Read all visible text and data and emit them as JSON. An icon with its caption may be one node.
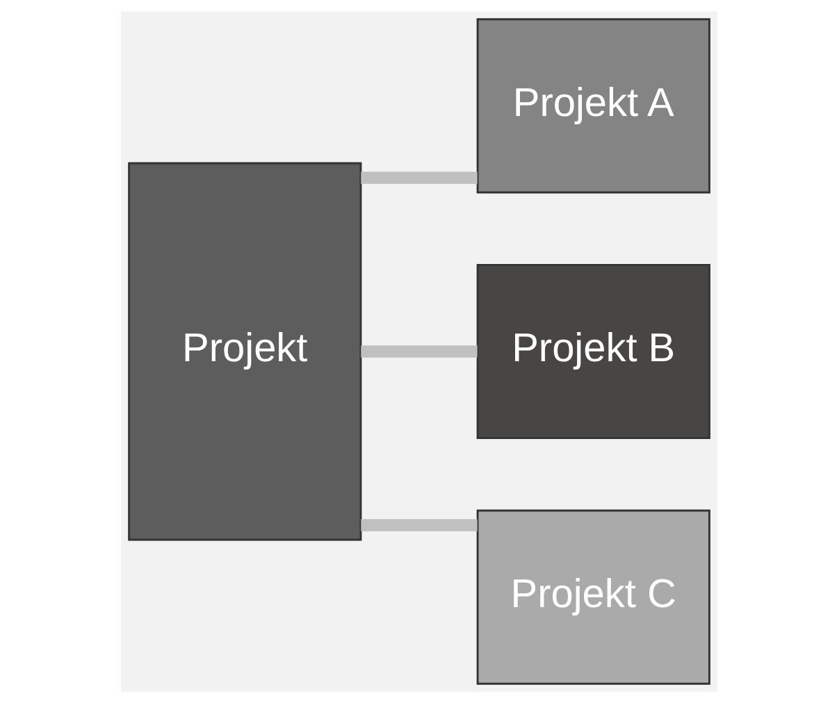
{
  "diagram": {
    "nodes": [
      {
        "text": [
          "Projekt"
        ]
      },
      {
        "text": [
          "Projekt A"
        ]
      },
      {
        "text": [
          "Projekt B"
        ]
      },
      {
        "text": [
          "Projekt C"
        ]
      }
    ],
    "edges": [
      {
        "from": 0,
        "to": 1,
        "arrow": "none"
      },
      {
        "from": 0,
        "to": 2,
        "arrow": "none"
      },
      {
        "from": 0,
        "to": 3,
        "arrow": "none"
      }
    ]
  }
}
